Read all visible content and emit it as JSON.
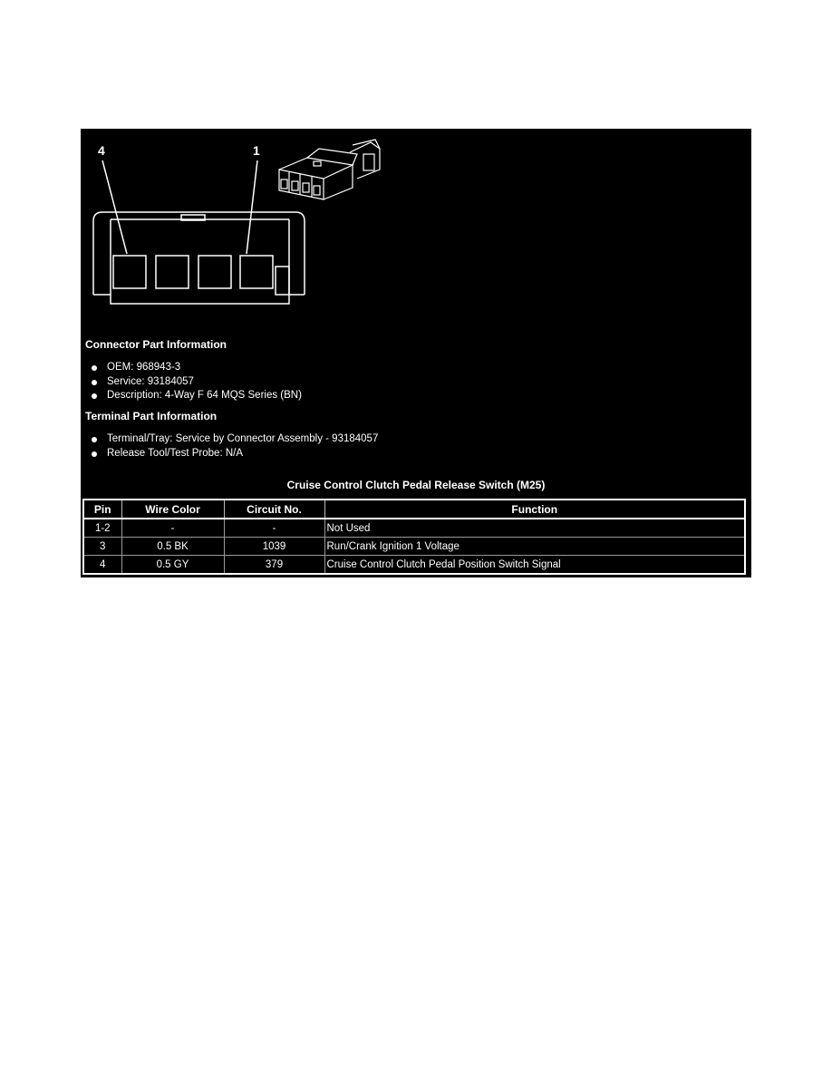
{
  "diagram": {
    "pin_labels": [
      {
        "label": "4"
      },
      {
        "label": "1"
      }
    ],
    "icons": [
      "connector-face-view-icon",
      "connector-3d-view-icon"
    ]
  },
  "connector_info": {
    "title": "Connector Part Information",
    "items": [
      "OEM: 968943-3",
      "Service: 93184057",
      "Description: 4-Way F 64 MQS Series (BN)"
    ]
  },
  "terminal_info": {
    "title": "Terminal Part Information",
    "items": [
      "Terminal/Tray: Service by Connector Assembly - 93184057",
      "Release Tool/Test Probe: N/A"
    ]
  },
  "pin_table": {
    "title": "Cruise Control Clutch Pedal Release Switch (M25)",
    "headers": [
      "Pin",
      "Wire Color",
      "Circuit No.",
      "Function"
    ],
    "rows": [
      {
        "pin": "1-2",
        "wire_color": "-",
        "circuit": "-",
        "function": "Not Used"
      },
      {
        "pin": "3",
        "wire_color": "0.5 BK",
        "circuit": "1039",
        "function": "Run/Crank Ignition 1 Voltage"
      },
      {
        "pin": "4",
        "wire_color": "0.5 GY",
        "circuit": "379",
        "function": "Cruise Control Clutch Pedal Position Switch Signal"
      }
    ]
  },
  "colors": {
    "panel_background": "#000000",
    "text": "#ffffff",
    "page_background": "#ffffff"
  }
}
